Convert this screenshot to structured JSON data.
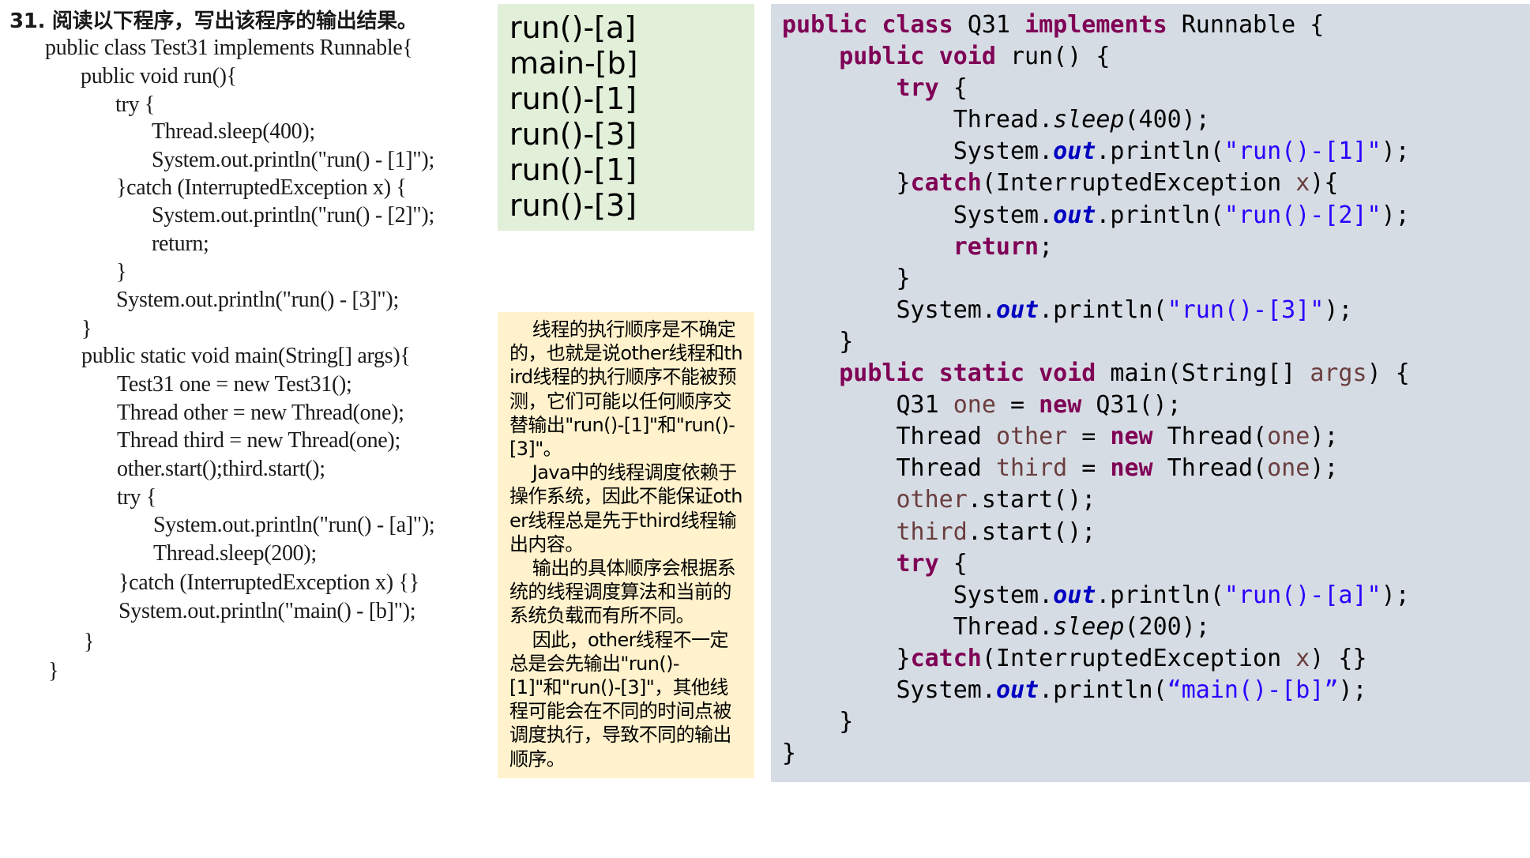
{
  "question": {
    "title": "31. 阅读以下程序，写出该程序的输出结果。",
    "lines": [
      "public class Test31 implements Runnable{",
      "public void run(){",
      "try {",
      "Thread.sleep(400);",
      "System.out.println(\"run() - [1]\");",
      "}catch (InterruptedException x) {",
      "System.out.println(\"run() - [2]\");",
      "return;",
      "}",
      "System.out.println(\"run() - [3]\");",
      "}",
      "public static void main(String[] args){",
      "Test31 one = new Test31();",
      "Thread other = new Thread(one);",
      "Thread third = new Thread(one);",
      "other.start();third.start();",
      "try {",
      "System.out.println(\"run() - [a]\");",
      "Thread.sleep(200);",
      "}catch (InterruptedException x) {}",
      "System.out.println(\"main() - [b]\");",
      "}",
      "}"
    ]
  },
  "output": {
    "lines": [
      "run()-[a]",
      "main-[b]",
      "run()-[1]",
      "run()-[3]",
      "run()-[1]",
      "run()-[3]"
    ]
  },
  "explanation": {
    "paragraphs": [
      "线程的执行顺序是不确定的，也就是说other线程和third线程的执行顺序不能被预测，它们可能以任何顺序交替输出\"run()-[1]\"和\"run()-[3]\"。",
      "Java中的线程调度依赖于操作系统，因此不能保证other线程总是先于third线程输出内容。",
      "输出的具体顺序会根据系统的线程调度算法和当前的系统负载而有所不同。",
      "因此，other线程不一定总是会先输出\"run()-[1]\"和\"run()-[3]\"，其他线程可能会在不同的时间点被调度执行，导致不同的输出顺序。"
    ]
  },
  "code": {
    "class_name": "Q31",
    "str_run1": "\"run()-[1]\"",
    "str_run2": "\"run()-[2]\"",
    "str_run3": "\"run()-[3]\"",
    "str_runa": "\"run()-[a]\"",
    "str_mainb": "“main()-[b]”",
    "sleep_long": "400",
    "sleep_short": "200"
  },
  "colors": {
    "keyword": "#7f0055",
    "string": "#2a00ff",
    "field": "#0000c0",
    "output_bg": "#e2efd9",
    "explain_bg": "#fff2cc",
    "code_bg": "#d6dce4"
  }
}
